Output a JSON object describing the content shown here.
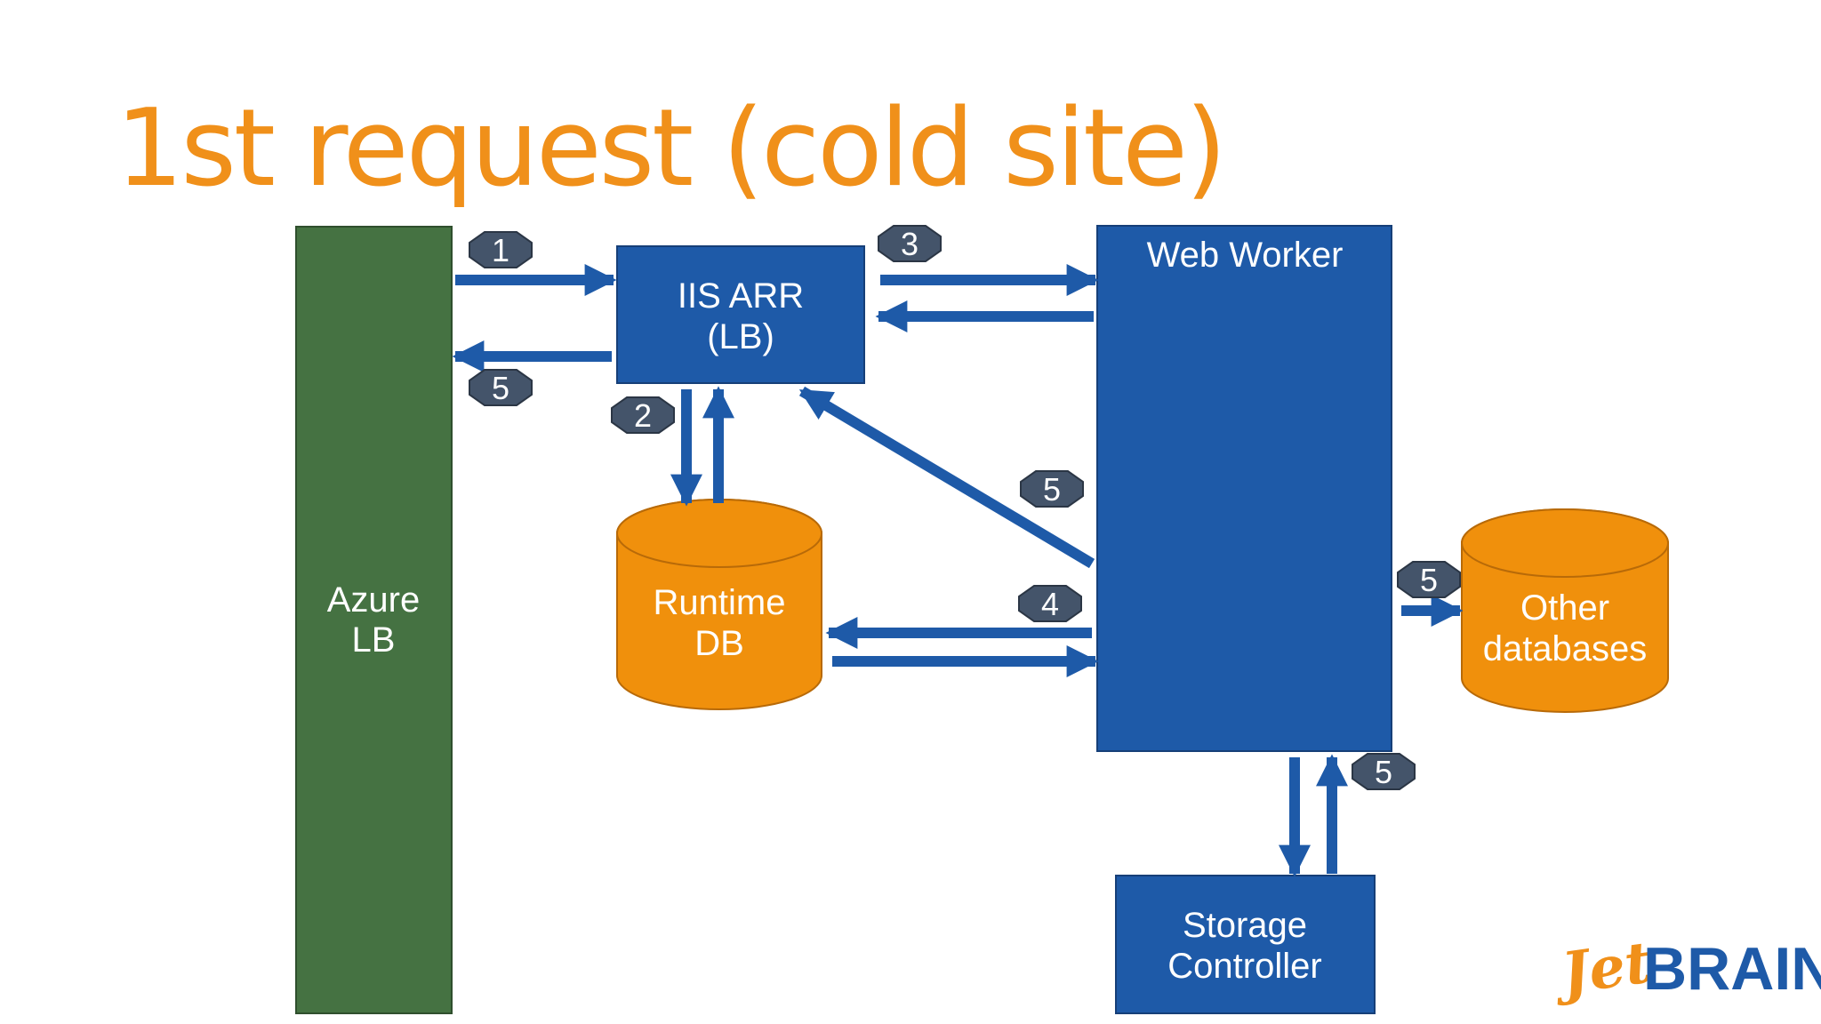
{
  "slide": {
    "title": "1st request (cold site)"
  },
  "nodes": {
    "azure_lb": {
      "line1": "Azure",
      "line2": "LB"
    },
    "iis_arr": {
      "line1": "IIS ARR",
      "line2": "(LB)"
    },
    "runtime_db": {
      "line1": "Runtime",
      "line2": "DB"
    },
    "web_worker": {
      "label": "Web Worker"
    },
    "other_databases": {
      "line1": "Other",
      "line2": "databases"
    },
    "storage_controller": {
      "line1": "Storage",
      "line2": "Controller"
    }
  },
  "steps": {
    "azure_to_arr": "1",
    "arr_to_runtime_db": "2",
    "arr_to_worker": "3",
    "worker_to_runtime_db": "4",
    "arr_to_azure": "5",
    "worker_to_arr": "5",
    "worker_to_other_db": "5",
    "worker_to_storage": "5"
  },
  "logo": {
    "jet": "Jet",
    "brains": "BRAINS"
  },
  "colors": {
    "title": "#f0901a",
    "box_blue": "#1e5aa8",
    "box_green": "#457242",
    "db_orange": "#f0900c",
    "badge": "#44546a"
  }
}
